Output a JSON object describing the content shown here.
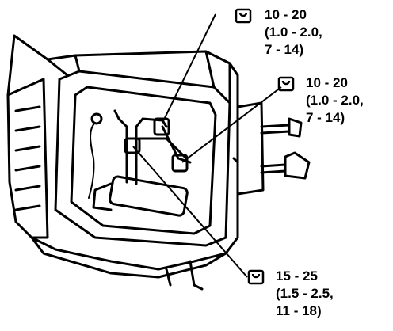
{
  "callouts": [
    {
      "lines": [
        "10 - 20",
        "(1.0 - 2.0,",
        "7 - 14)"
      ],
      "icon": "torque-wrench-icon"
    },
    {
      "lines": [
        "10 - 20",
        "(1.0 - 2.0,",
        "7 - 14)"
      ],
      "icon": "torque-wrench-icon"
    },
    {
      "lines": [
        "15 - 25",
        "(1.5 - 2.5,",
        "11 - 18)"
      ],
      "icon": "torque-wrench-icon"
    }
  ]
}
